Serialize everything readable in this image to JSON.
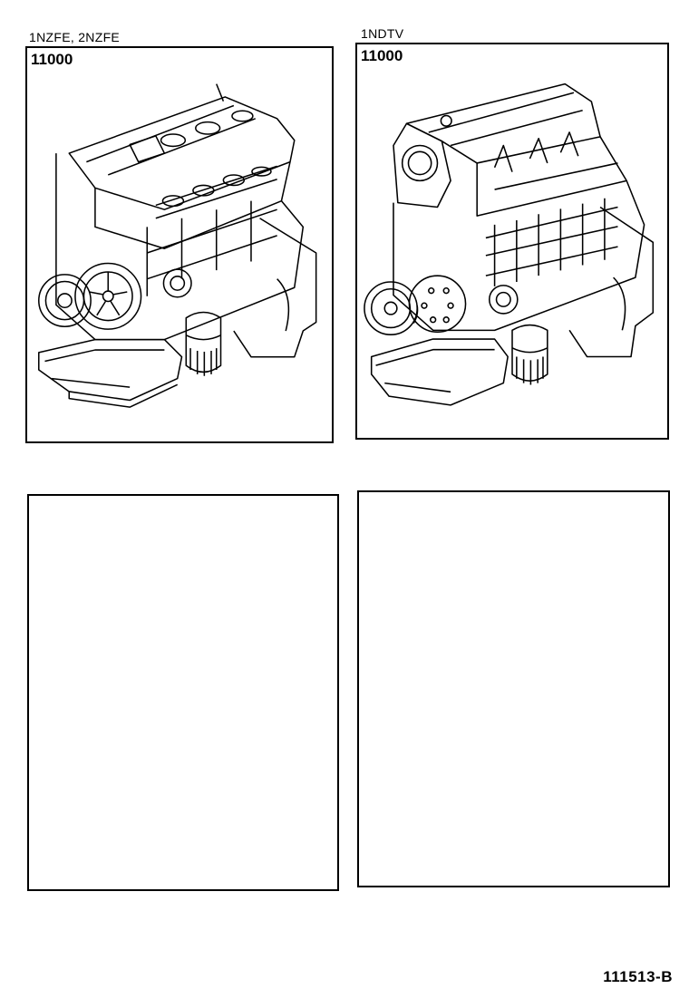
{
  "diagram": {
    "panels": [
      {
        "engine_label": "1NZFE, 2NZFE",
        "part_number": "11000",
        "illustration": "engine-assembly-icon"
      },
      {
        "engine_label": "1NDTV",
        "part_number": "11000",
        "illustration": "engine-assembly-icon"
      },
      {
        "engine_label": "",
        "part_number": ""
      },
      {
        "engine_label": "",
        "part_number": ""
      }
    ],
    "figure_code": "111513-B"
  },
  "colors": {
    "line": "#000000",
    "background": "#ffffff"
  }
}
